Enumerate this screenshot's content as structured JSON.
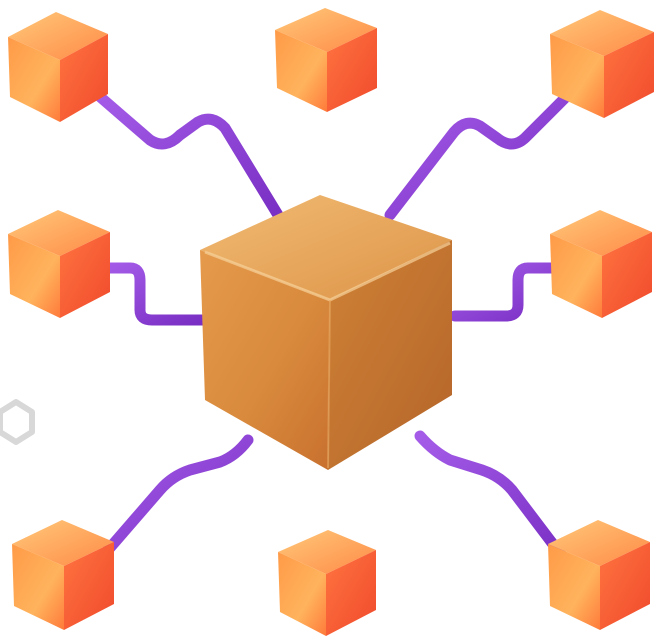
{
  "illustration": {
    "central_node": "large-cube",
    "satellite_nodes": [
      "cube-top-left",
      "cube-top-center",
      "cube-top-right",
      "cube-middle-left",
      "cube-middle-right",
      "cube-bottom-left",
      "cube-bottom-center",
      "cube-bottom-right"
    ],
    "colors": {
      "connector": "#8a3fd4",
      "connector_highlight": "#b06af0",
      "central_top": "#e9a85c",
      "central_left": "#d98a3c",
      "central_right": "#c47630",
      "satellite_light": "#ffb25a",
      "satellite_mid": "#ff7a3a",
      "satellite_dark": "#f0522e",
      "badge_outline": "#d8d8d8"
    },
    "partial_icon": "hexagon-outline-icon"
  }
}
